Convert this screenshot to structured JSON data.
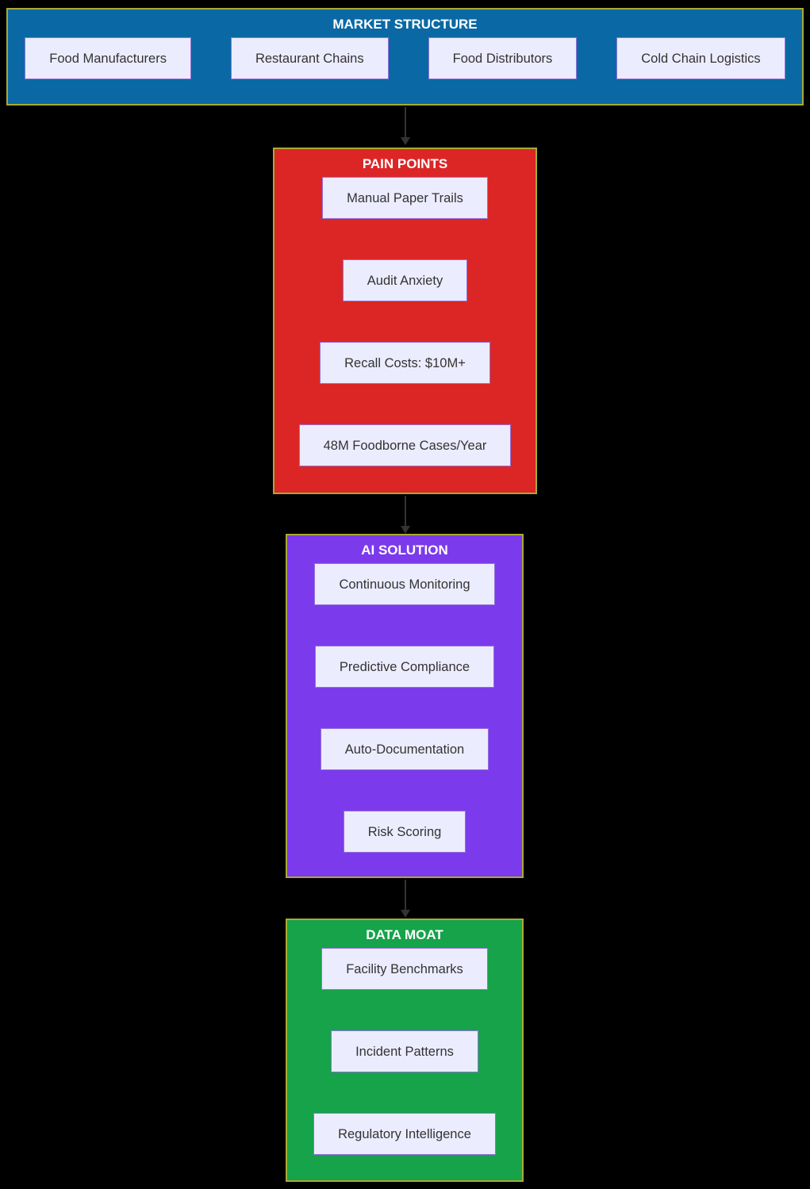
{
  "diagram": {
    "type": "flowchart",
    "background": "#000000",
    "colors": {
      "cluster_border": "#aaaa33",
      "node_fill": "#ececff",
      "node_border": "#9370db",
      "node_text": "#333333",
      "cluster_title_text": "#ffffff",
      "arrow": "#333333"
    },
    "clusters": [
      {
        "id": "market-structure",
        "title": "MARKET STRUCTURE",
        "fill": "#0a69a4",
        "nodes": [
          "Food Manufacturers",
          "Restaurant Chains",
          "Food Distributors",
          "Cold Chain Logistics"
        ]
      },
      {
        "id": "pain-points",
        "title": "PAIN POINTS",
        "fill": "#dc2626",
        "nodes": [
          "Manual Paper Trails",
          "Audit Anxiety",
          "Recall Costs: $10M+",
          "48M Foodborne Cases/Year"
        ]
      },
      {
        "id": "ai-solution",
        "title": "AI SOLUTION",
        "fill": "#7c3aed",
        "nodes": [
          "Continuous Monitoring",
          "Predictive Compliance",
          "Auto-Documentation",
          "Risk Scoring"
        ]
      },
      {
        "id": "data-moat",
        "title": "DATA MOAT",
        "fill": "#16a34a",
        "nodes": [
          "Facility Benchmarks",
          "Incident Patterns",
          "Regulatory Intelligence"
        ]
      }
    ],
    "edges": [
      {
        "from": "market-structure",
        "to": "pain-points"
      },
      {
        "from": "pain-points",
        "to": "ai-solution"
      },
      {
        "from": "ai-solution",
        "to": "data-moat"
      }
    ]
  }
}
